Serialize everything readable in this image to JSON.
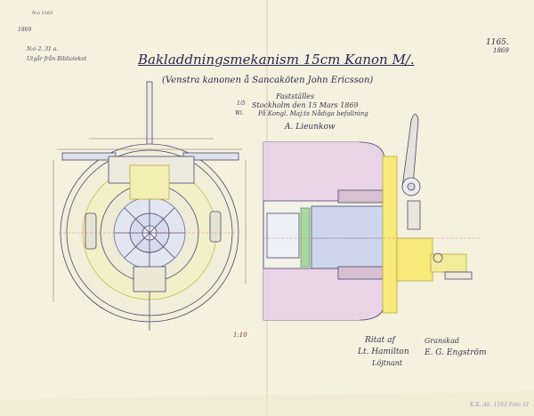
{
  "drawing": {
    "title": "Bakladdningsmekanism 15cm Kanon M/.",
    "subtitle": "(Venstra kanonen å Sancaköten John Ericsson)",
    "sheet_number": "1165.",
    "sheet_year": "1869",
    "corner_notes": [
      "N:o 1163",
      "1869",
      "N:o 2. 31 a.",
      "Utgår från Biblioteket"
    ],
    "approval": {
      "line1": "Fastställes",
      "line2": "Stockholm den 15 Mars 1869",
      "line3": "På Kongl. Maj:ts Nådiga befallning",
      "signature": "A. Lieunkow",
      "scale_mark_top": "1/5",
      "scale_mark_bottom": "Wi."
    },
    "scale_note": "1:10",
    "signatures_left": [
      "Ritat af",
      "Lt. Hamilton",
      "Löjtnant"
    ],
    "signatures_right": [
      "Granskad",
      "E. G. Engström"
    ],
    "archive_stamp": "K.K. Ak. 1163 Foto 31"
  },
  "colors": {
    "paper": "#f4f2de",
    "ink": "#3a3550",
    "pink": "#e7cfe3",
    "pink_dark": "#cfa7c9",
    "yellow": "#f6ea7a",
    "green": "#a8d6a0",
    "blue": "#c5cee7"
  }
}
